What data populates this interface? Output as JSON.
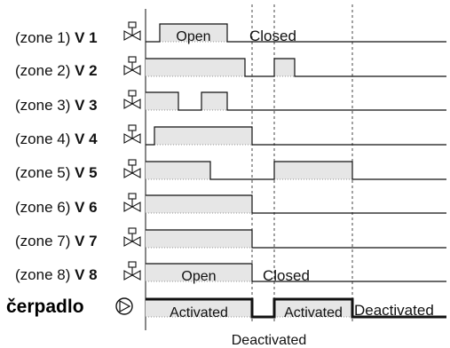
{
  "rows": [
    {
      "label": "(zone 1)",
      "valve": "V 1",
      "signal": [
        [
          164,
          0
        ],
        [
          180,
          1
        ],
        [
          256,
          1
        ],
        [
          256,
          0
        ]
      ]
    },
    {
      "label": "(zone 2)",
      "valve": "V 2",
      "signal": [
        [
          164,
          1
        ],
        [
          276,
          1
        ],
        [
          276,
          0
        ],
        [
          309,
          0
        ],
        [
          309,
          1
        ],
        [
          332,
          1
        ],
        [
          332,
          0
        ]
      ]
    },
    {
      "label": "(zone 3)",
      "valve": "V 3",
      "signal": [
        [
          164,
          1
        ],
        [
          201,
          1
        ],
        [
          201,
          0
        ],
        [
          227,
          0
        ],
        [
          227,
          1
        ],
        [
          256,
          1
        ],
        [
          256,
          0
        ]
      ]
    },
    {
      "label": "(zone 4)",
      "valve": "V 4",
      "signal": [
        [
          164,
          0
        ],
        [
          174,
          0
        ],
        [
          174,
          1
        ],
        [
          284,
          1
        ],
        [
          284,
          0
        ]
      ]
    },
    {
      "label": "(zone 5)",
      "valve": "V 5",
      "signal": [
        [
          164,
          1
        ],
        [
          237,
          1
        ],
        [
          237,
          0
        ],
        [
          309,
          0
        ],
        [
          309,
          1
        ],
        [
          397,
          1
        ],
        [
          397,
          0
        ]
      ]
    },
    {
      "label": "(zone 6)",
      "valve": "V 6",
      "signal": [
        [
          164,
          1
        ],
        [
          284,
          1
        ],
        [
          284,
          0
        ]
      ]
    },
    {
      "label": "(zone 7)",
      "valve": "V 7",
      "signal": [
        [
          164,
          1
        ],
        [
          284,
          1
        ],
        [
          284,
          0
        ]
      ]
    },
    {
      "label": "(zone 8)",
      "valve": "V 8",
      "signal": [
        [
          164,
          1
        ],
        [
          284,
          1
        ],
        [
          284,
          0
        ]
      ]
    }
  ],
  "pump": {
    "label": "čerpadlo",
    "signal": [
      [
        164,
        1
      ],
      [
        284,
        1
      ],
      [
        284,
        0
      ],
      [
        309,
        0
      ],
      [
        309,
        1
      ],
      [
        397,
        1
      ],
      [
        397,
        0
      ]
    ]
  },
  "annotations": {
    "open_v1": "Open",
    "closed_v1": "Closed",
    "open_v8": "Open",
    "closed_v8": "Closed",
    "activated_1": "Activated",
    "activated_2": "Activated",
    "deactivated_right": "Deactivated",
    "deactivated_bottom": "Deactivated"
  },
  "colors": {
    "fill": "#e6e6e6",
    "line": "#111111"
  }
}
